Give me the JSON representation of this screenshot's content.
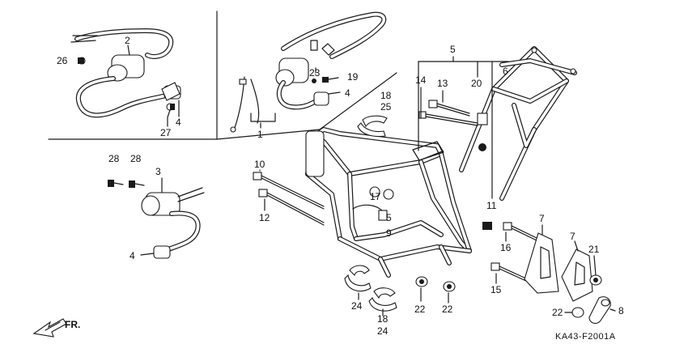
{
  "diagram_code": "KA43-F2001A",
  "direction_label": "FR.",
  "callouts": {
    "c26": "26",
    "c2": "2",
    "c27": "27",
    "c4a": "4",
    "c1": "1",
    "c23": "23",
    "c19": "19",
    "c4b": "4",
    "c18a": "18",
    "c25": "25",
    "c5a": "5",
    "c14": "14",
    "c13": "13",
    "c20": "20",
    "c6": "6",
    "c28a": "28",
    "c28b": "28",
    "c3": "3",
    "c4c": "4",
    "c10": "10",
    "c12": "12",
    "c17": "17",
    "c5b": "5",
    "c9": "9",
    "c11": "11",
    "c7a": "7",
    "c16": "16",
    "c7b": "7",
    "c21": "21",
    "c15": "15",
    "c24a": "24",
    "c18b": "18",
    "c24b": "24",
    "c22a": "22",
    "c22b": "22",
    "c22c": "22",
    "c8": "8"
  }
}
